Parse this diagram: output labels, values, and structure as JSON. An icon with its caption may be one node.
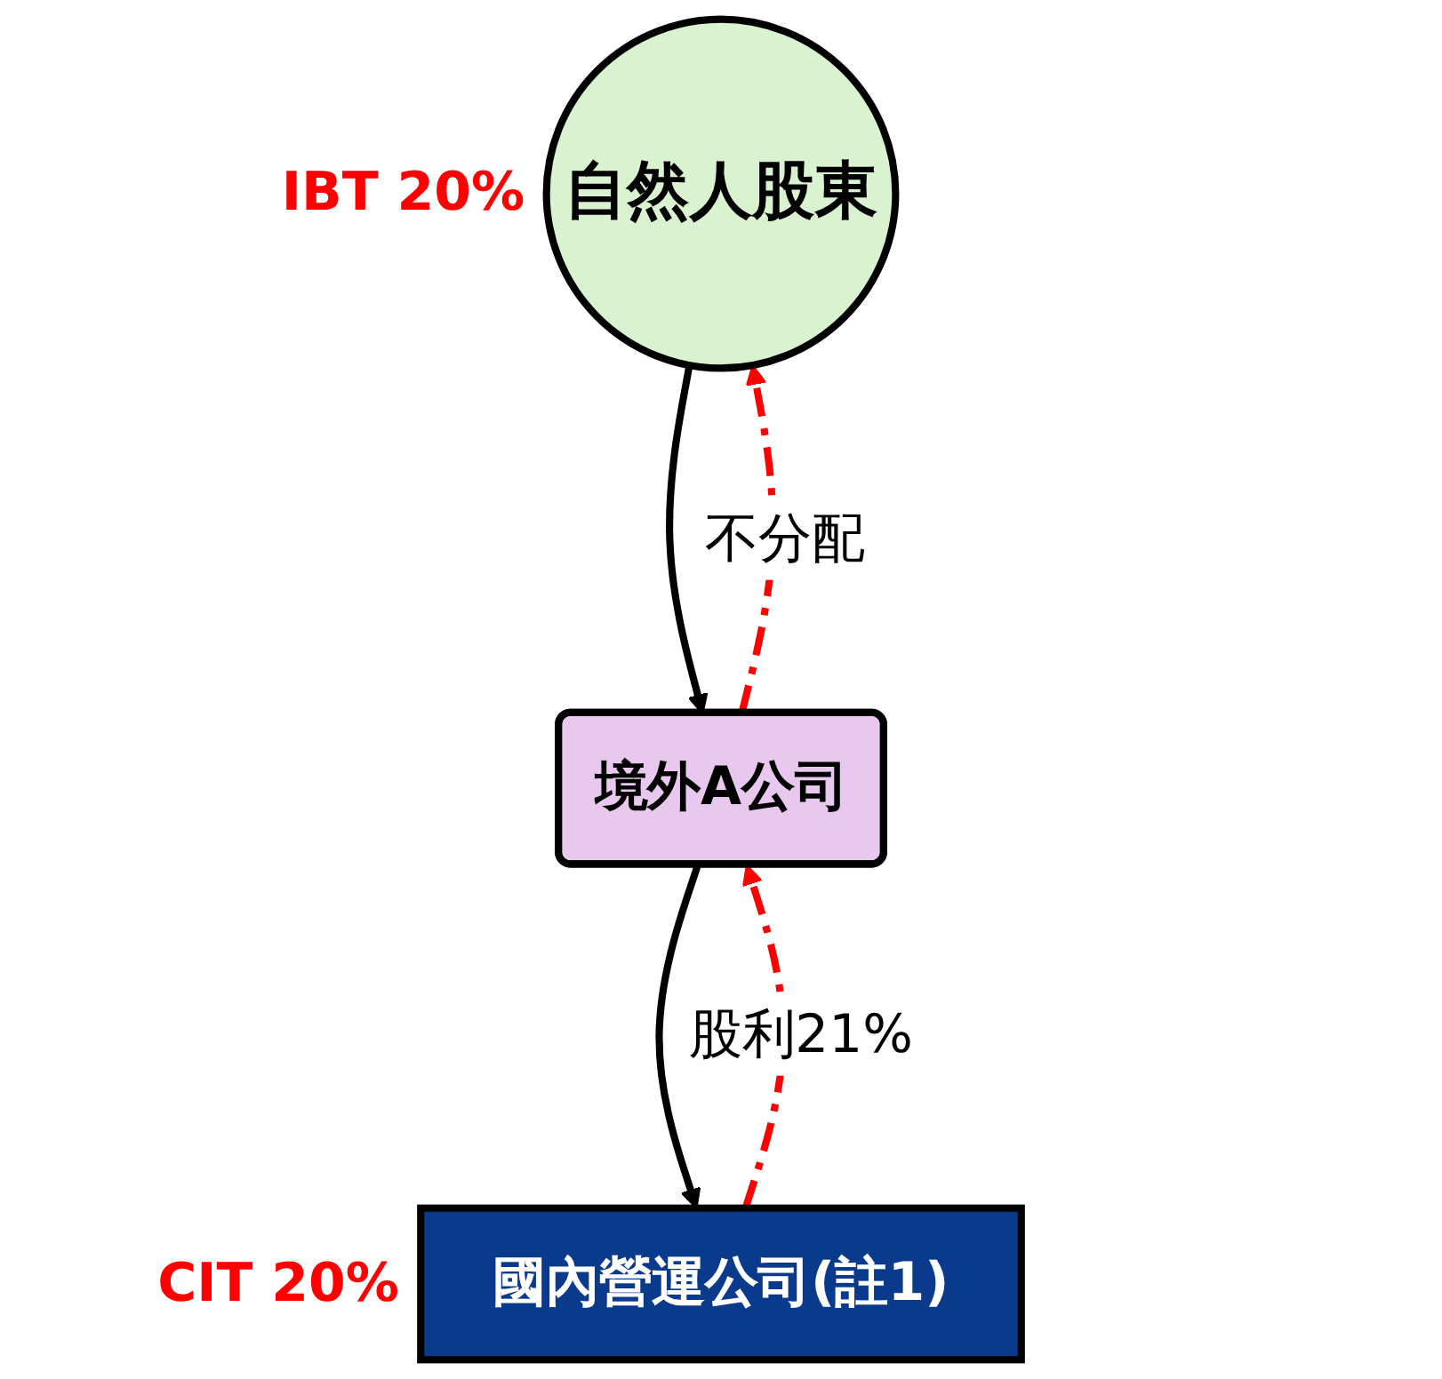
{
  "diagram": {
    "nodes": [
      {
        "text": [
          "自然人股東"
        ],
        "beside": [
          "IBT 20%"
        ]
      },
      {
        "text": [
          "境外A公司"
        ]
      },
      {
        "text": [
          "國內營運公司(註1)"
        ],
        "beside": [
          "CIT 20%"
        ]
      }
    ],
    "edges": [
      {
        "from": 0,
        "to": 1,
        "arrow": "to"
      },
      {
        "from": 1,
        "to": 2,
        "arrow": "to"
      },
      {
        "from": 1,
        "to": 0,
        "arrow": "to",
        "label": "不分配",
        "style": "dashed",
        "color": "#ff0000"
      },
      {
        "from": 2,
        "to": 1,
        "arrow": "to",
        "label": "股利21%",
        "style": "dashed",
        "color": "#ff0000"
      }
    ]
  }
}
